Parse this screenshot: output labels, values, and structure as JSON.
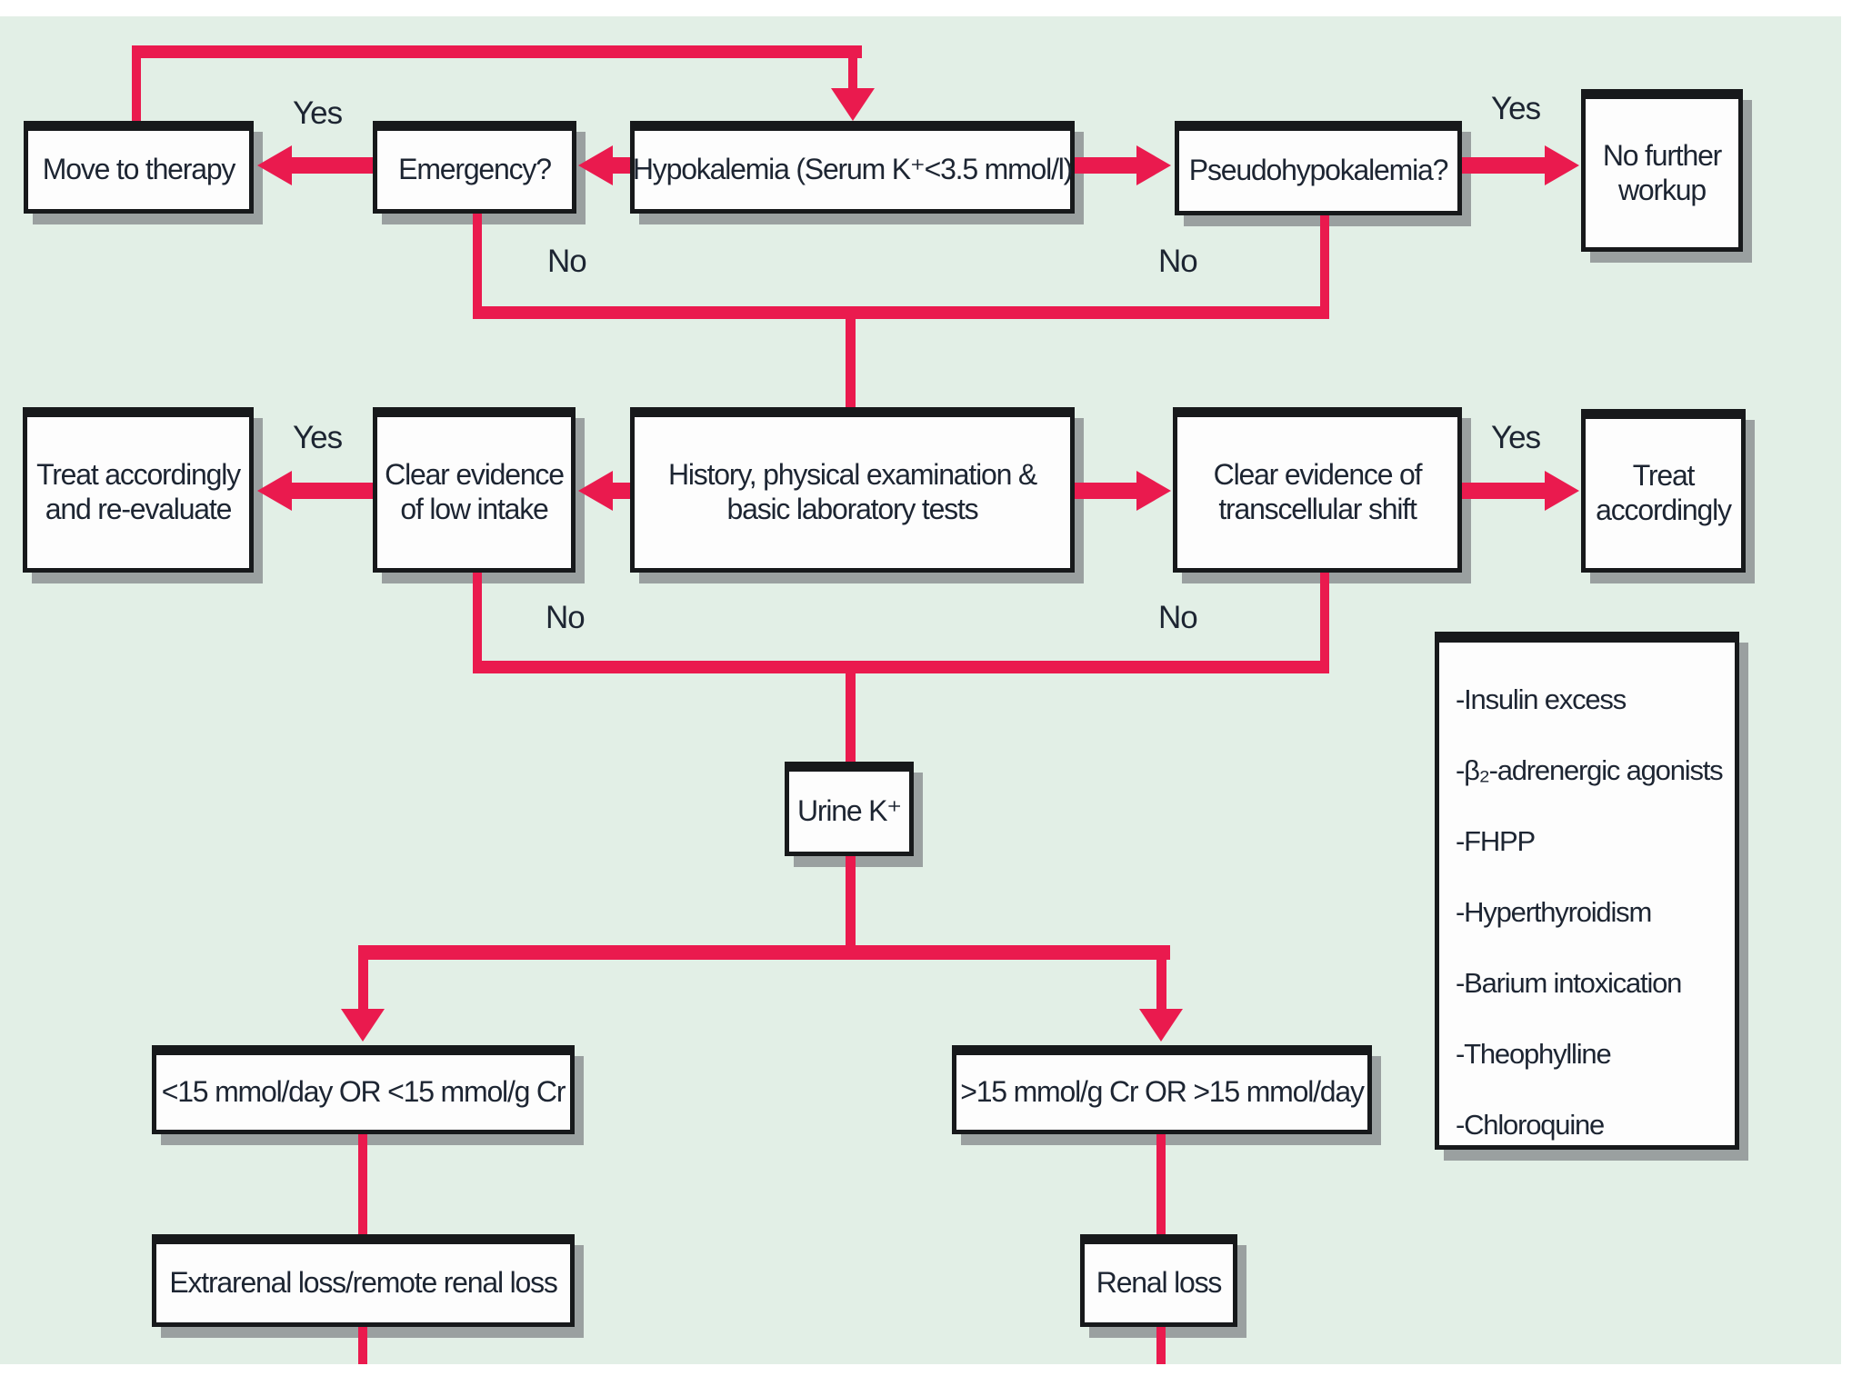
{
  "edge_labels": {
    "yes": "Yes",
    "no": "No"
  },
  "nodes": {
    "move_to_therapy": "Move to therapy",
    "emergency": "Emergency?",
    "hypokalemia": "Hypokalemia (Serum K⁺<3.5 mmol/l)",
    "pseudohypokalemia": "Pseudohypokalemia?",
    "no_further_workup": "No further workup",
    "treat_reevaluate": "Treat accordingly and re-evaluate",
    "clear_low_intake": "Clear evidence of low intake",
    "history_exam": "History, physical examination & basic laboratory tests",
    "transcellular_shift": "Clear evidence of transcellular shift",
    "treat_accordingly": "Treat accordingly",
    "urine_k": "Urine K⁺",
    "low_urine_k": "<15 mmol/day OR <15 mmol/g Cr",
    "high_urine_k": ">15 mmol/g Cr OR >15 mmol/day",
    "extrarenal_loss": "Extrarenal loss/remote renal loss",
    "renal_loss": "Renal loss"
  },
  "causes": [
    "-Insulin excess",
    "-β₂-adrenergic agonists",
    "-FHPP",
    "-Hyperthyroidism",
    "-Barium intoxication",
    "-Theophylline",
    "-Chloroquine"
  ],
  "colors": {
    "background": "#e2efe6",
    "connector": "#ea1a4e",
    "box_fill": "#fdfdfd",
    "box_border": "#17191b",
    "text": "#1d2532",
    "shadow": "#9aa0a0"
  }
}
